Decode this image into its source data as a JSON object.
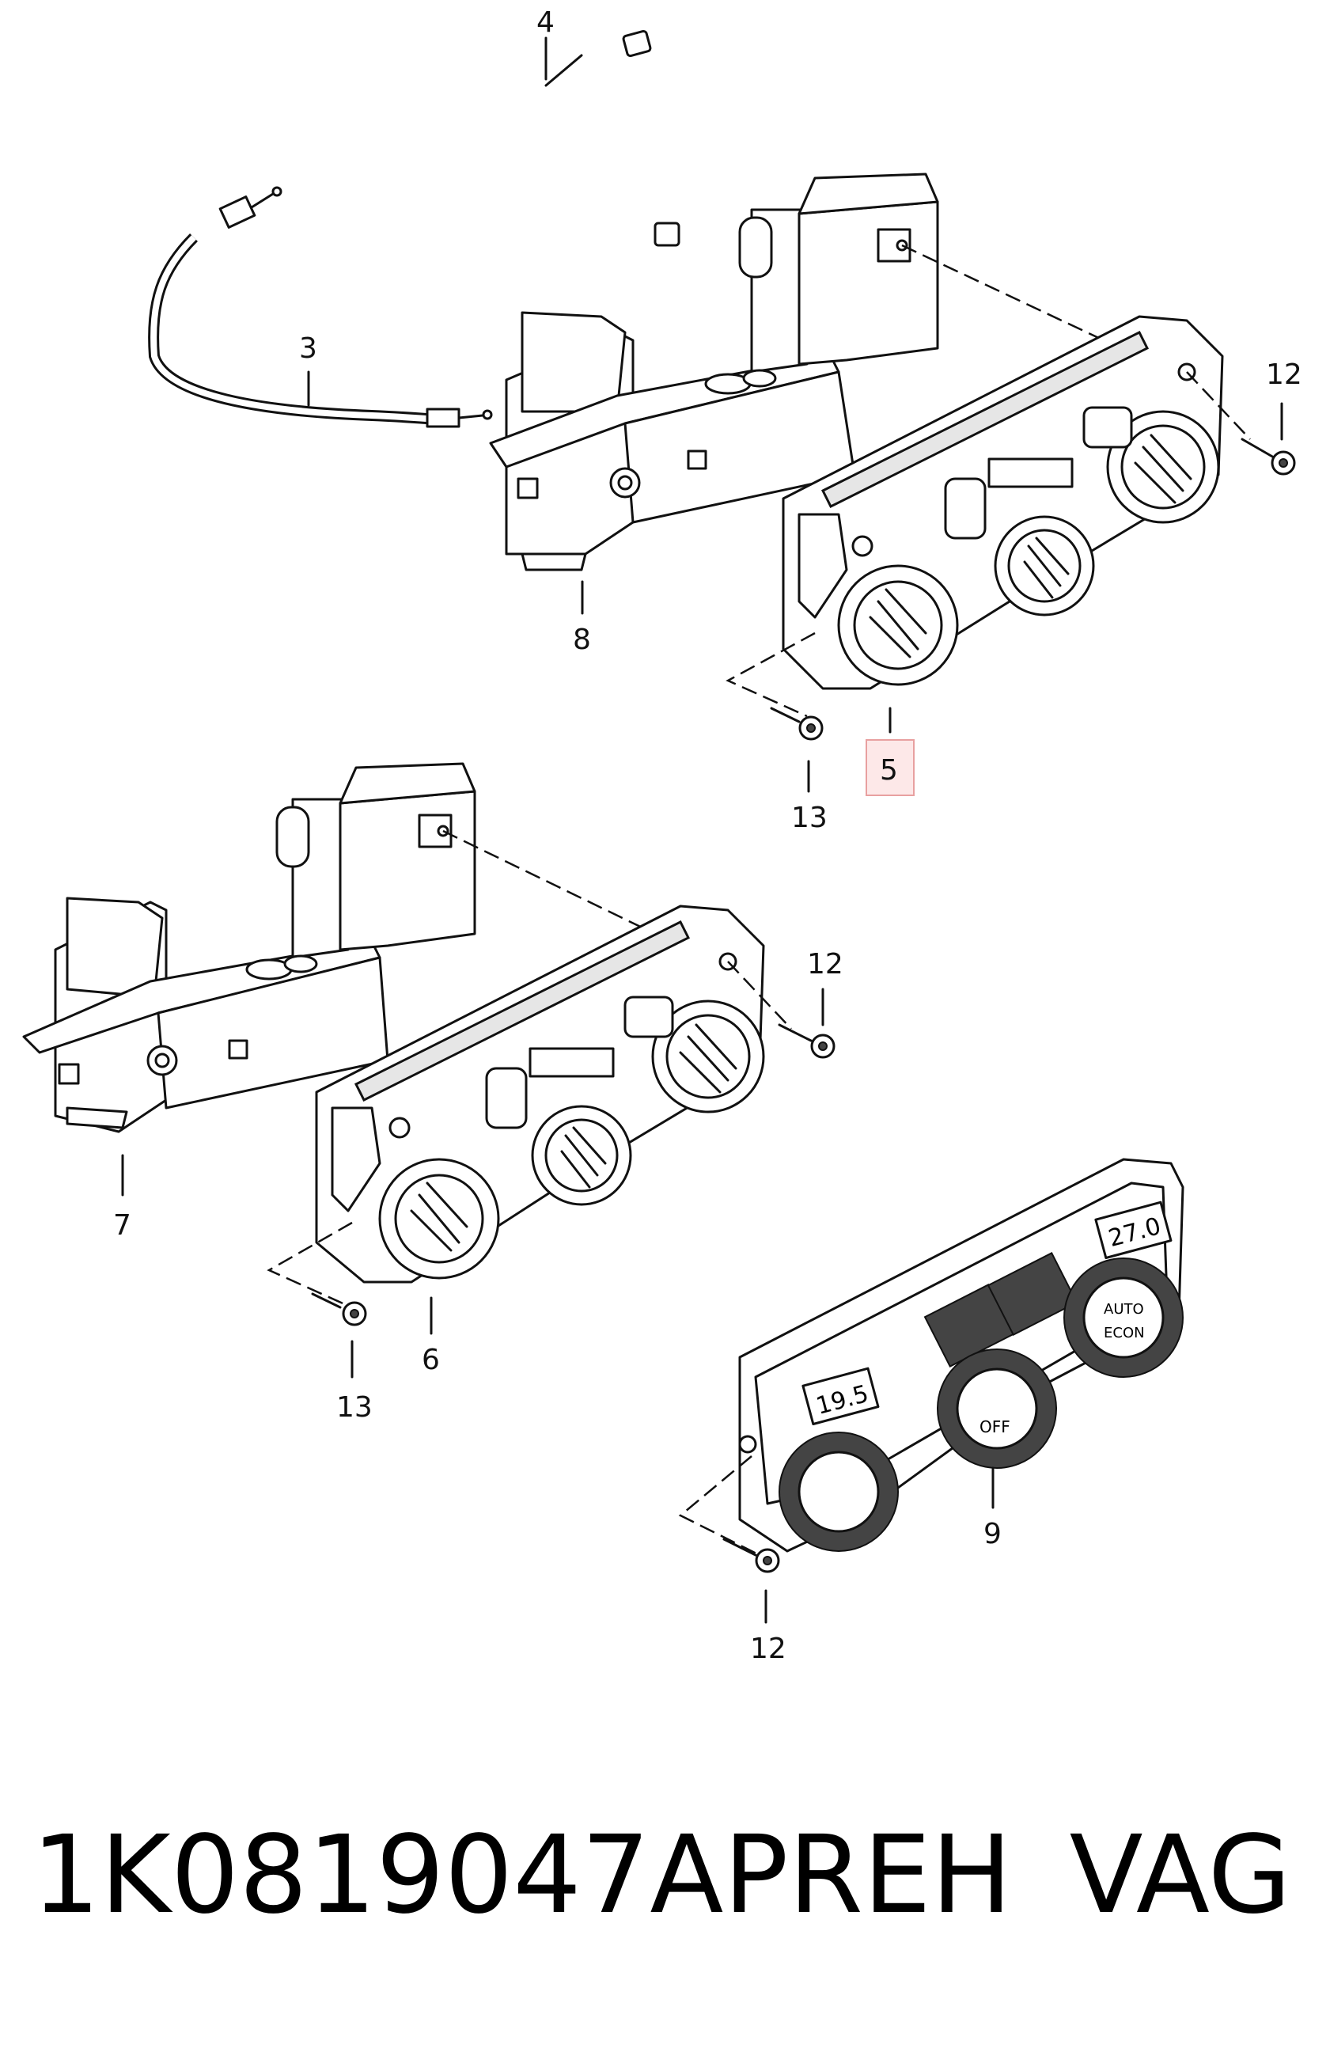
{
  "callouts": {
    "c3": "3",
    "c4": "4",
    "c5": "5",
    "c6": "6",
    "c7": "7",
    "c8": "8",
    "c9": "9",
    "c12a": "12",
    "c12b": "12",
    "c12c": "12",
    "c13a": "13",
    "c13b": "13"
  },
  "displays": {
    "left_temp": "19.5",
    "right_temp": "27.0",
    "auto": "AUTO",
    "econ": "ECON",
    "off": "OFF"
  },
  "caption": {
    "part_number": "1K0819047APREH",
    "brand": "VAG"
  },
  "colors": {
    "line": "#111111",
    "highlight_box": "#e8a0a0",
    "highlight_fill": "#fde8e8"
  }
}
